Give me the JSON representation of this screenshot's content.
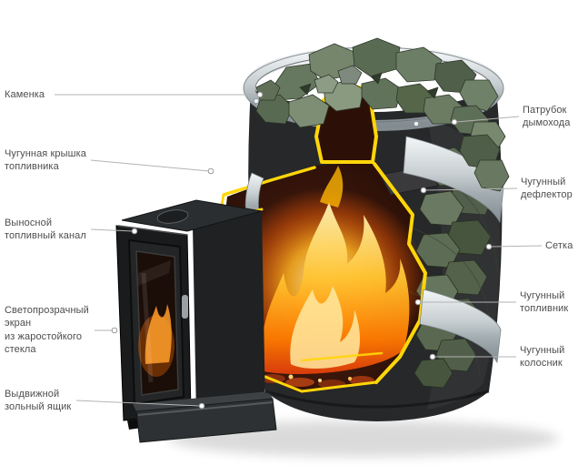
{
  "callouts": {
    "left": [
      "Каменка",
      "Чугунная крышка\nтопливника",
      "Выносной\nтопливный канал",
      "Светопрозрачный\nэкран\nиз жаростойкого\nстекла",
      "Выдвижной\nзольный ящик"
    ],
    "right": [
      "Патрубок\nдымохода",
      "Чугунный\nдефлектор",
      "Сетка",
      "Чугунный\nтопливник",
      "Чугунный\nколосник"
    ]
  },
  "colors": {
    "cut_edge_highlight": "#ffd60a",
    "label_text": "#4d4d4d",
    "callout_line": "#b3b3b3",
    "barrel_body": "#26282a",
    "stones_green": "#5c6c55",
    "fire_orange": "#ff8a00",
    "steel_band": "#c6cdd0"
  }
}
